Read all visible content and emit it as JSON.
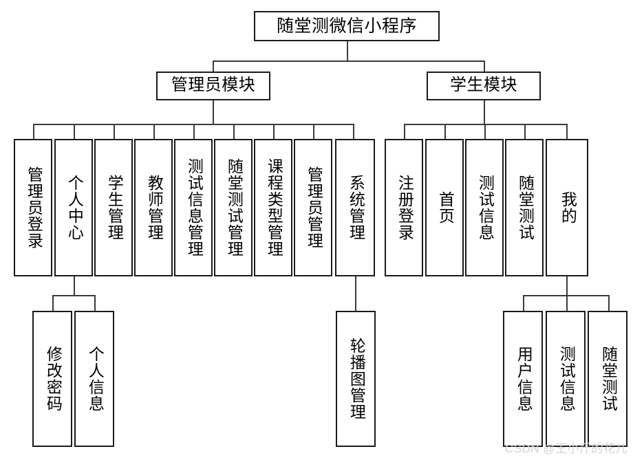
{
  "diagram": {
    "title": "随堂测微信小程序",
    "type": "functional-structure-tree",
    "watermark": "CSDN @王小斤的花儿"
  },
  "root": {
    "label": "随堂测微信小程序"
  },
  "modules": [
    {
      "id": "admin",
      "label": "管理员模块"
    },
    {
      "id": "student",
      "label": "学生模块"
    }
  ],
  "admin_children": [
    {
      "label": "管理员登录"
    },
    {
      "label": "个人中心"
    },
    {
      "label": "学生管理"
    },
    {
      "label": "教师管理"
    },
    {
      "label": "测试信息管理"
    },
    {
      "label": "随堂测试管理"
    },
    {
      "label": "课程类型管理"
    },
    {
      "label": "管理员管理"
    },
    {
      "label": "系统管理"
    }
  ],
  "student_children": [
    {
      "label": "注册登录"
    },
    {
      "label": "首页"
    },
    {
      "label": "测试信息"
    },
    {
      "label": "随堂测试"
    },
    {
      "label": "我的"
    }
  ],
  "personal_center_children": [
    {
      "label": "修改密码"
    },
    {
      "label": "个人信息"
    }
  ],
  "system_manage_children": [
    {
      "label": "轮播图管理"
    }
  ],
  "mine_children": [
    {
      "label": "用户信息"
    },
    {
      "label": "测试信息"
    },
    {
      "label": "随堂测试"
    }
  ],
  "colors": {
    "box_border": "#1a1a1a",
    "connector": "#3a3a3a",
    "background": "#ffffff",
    "text": "#000000",
    "watermark": "#d3d3d3"
  }
}
